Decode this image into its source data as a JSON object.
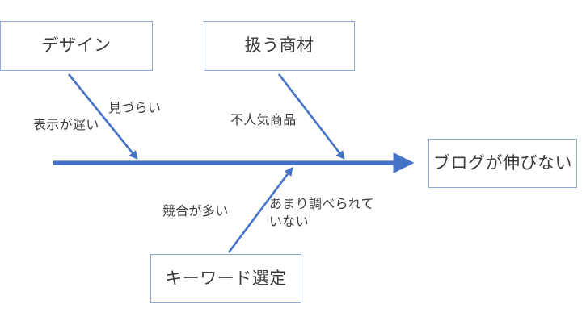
{
  "diagram": {
    "type": "fishbone",
    "title": "ブログが伸びない",
    "colors": {
      "spine": "#4472C4",
      "bone": "#4472C4",
      "box_border": "#8FA9D0",
      "box_fill": "#FFFFFF",
      "text": "#3C3C3C",
      "background": "#FFFFFF"
    },
    "effect": {
      "label": "ブログが伸びない"
    },
    "categories": [
      {
        "id": "design",
        "label": "デザイン",
        "position": "top-left",
        "causes": [
          {
            "id": "hard-to-read",
            "label": "見づらい"
          },
          {
            "id": "slow-display",
            "label": "表示が遅い"
          }
        ]
      },
      {
        "id": "products",
        "label": "扱う商材",
        "position": "top-right",
        "causes": [
          {
            "id": "unpopular",
            "label": "不人気商品"
          }
        ]
      },
      {
        "id": "keyword",
        "label": "キーワード選定",
        "position": "bottom",
        "causes": [
          {
            "id": "competition",
            "label": "競合が多い"
          },
          {
            "id": "not-researched",
            "label": "あまり調べられて\nいない"
          }
        ]
      }
    ]
  }
}
